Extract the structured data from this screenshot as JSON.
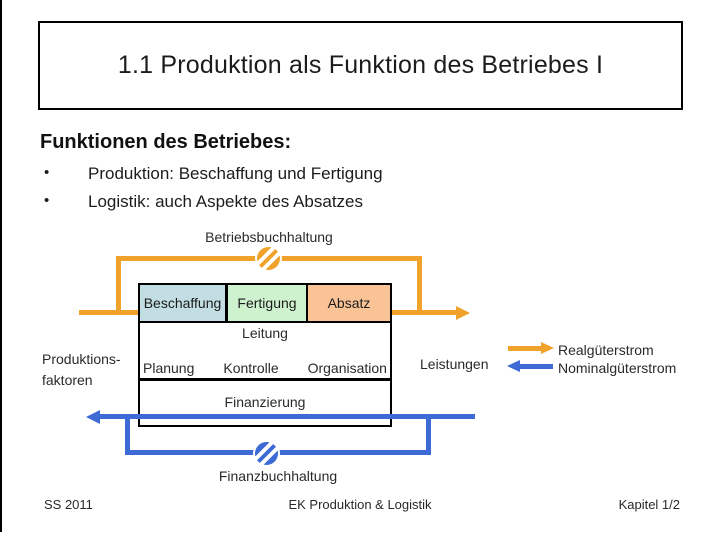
{
  "title_box": {
    "title": "1.1 Produktion als Funktion des Betriebes I"
  },
  "content": {
    "heading": "Funktionen des Betriebes:",
    "bullet_char": "•",
    "bullets": [
      "Produktion: Beschaffung und Fertigung",
      "Logistik: auch Aspekte des Absatzes"
    ]
  },
  "diagram": {
    "top_label": "Betriebsbuchhaltung",
    "bottom_label": "Finanzbuchhaltung",
    "left_label_lines": [
      "Produktions-",
      "faktoren"
    ],
    "right_label": "Leistungen",
    "boxes": [
      {
        "label": "Beschaffung",
        "fill": "#C2DEE2"
      },
      {
        "label": "Fertigung",
        "fill": "#CDF2CD"
      },
      {
        "label": "Absatz",
        "fill": "#FAC395"
      }
    ],
    "management_label": "Leitung",
    "management_functions": [
      "Planung",
      "Kontrolle",
      "Organisation"
    ],
    "finance_label": "Finanzierung",
    "colors": {
      "real_flow": "#F0A22B",
      "nominal_flow": "#3D6AD5"
    },
    "icons": {
      "real_flow_node": "striped-circle",
      "nominal_flow_node": "striped-circle"
    },
    "legend": [
      {
        "label": "Realgüterstrom",
        "direction": "right",
        "color": "#F0A22B"
      },
      {
        "label": "Nominalgüterstrom",
        "direction": "left",
        "color": "#3D6AD5"
      }
    ]
  },
  "footer": {
    "left": "SS 2011",
    "center": "EK Produktion & Logistik",
    "right": "Kapitel 1/2"
  }
}
